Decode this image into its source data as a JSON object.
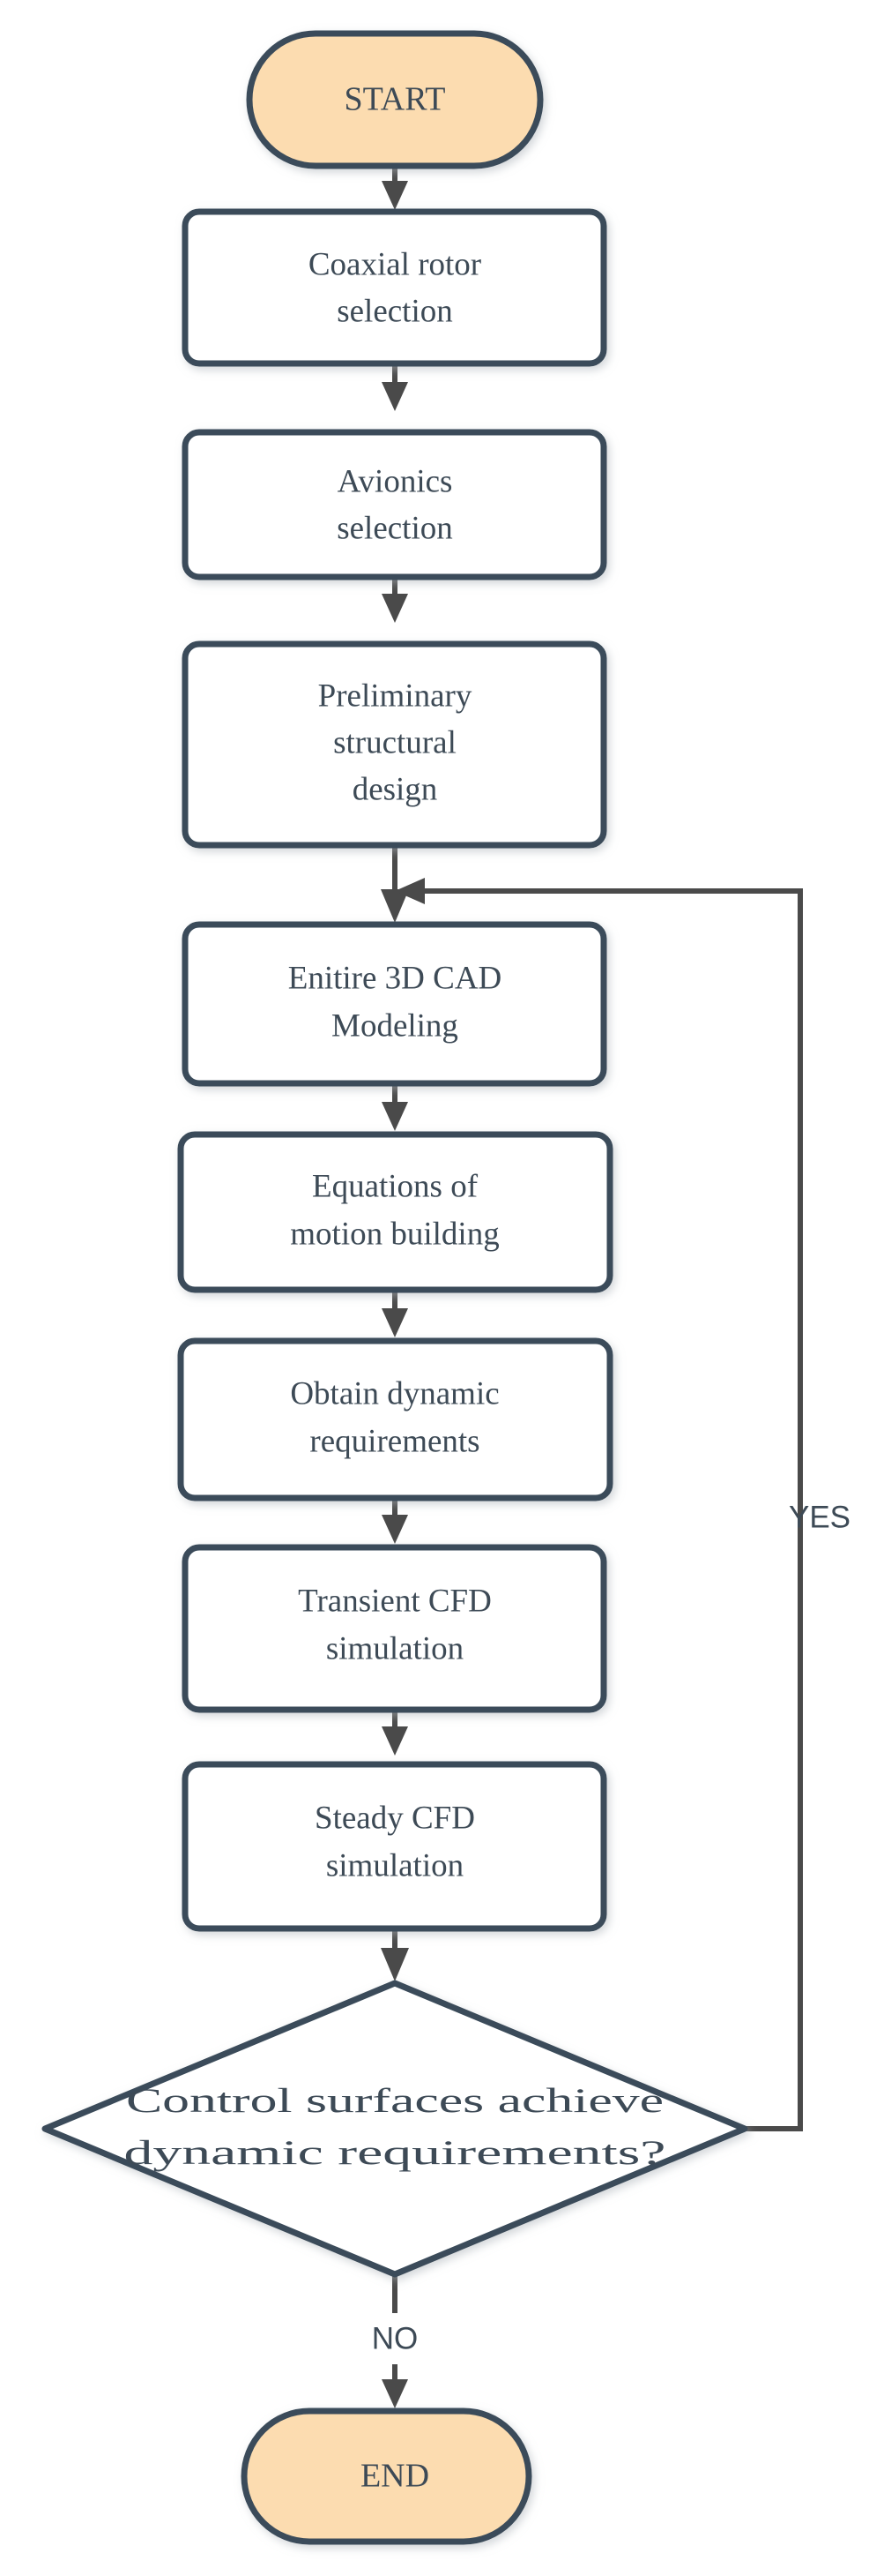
{
  "diagram": {
    "type": "flowchart",
    "orientation": "top-to-bottom",
    "colors": {
      "terminal_fill": "#fcdcb0",
      "process_fill": "#ffffff",
      "decision_fill": "#ffffff",
      "node_border": "#3b4c5a",
      "edge": "#4a4a4a",
      "text": "#3d4a56",
      "background": "#ffffff"
    },
    "nodes": [
      {
        "id": "start",
        "shape": "stadium",
        "label": "START"
      },
      {
        "id": "rotor",
        "shape": "rect",
        "label_line1": "Coaxial rotor",
        "label_line2": "selection"
      },
      {
        "id": "avionics",
        "shape": "rect",
        "label_line1": "Avionics",
        "label_line2": "selection"
      },
      {
        "id": "structural",
        "shape": "rect",
        "label_line1": "Preliminary",
        "label_line2": "structural",
        "label_line3": "design"
      },
      {
        "id": "cad",
        "shape": "rect",
        "label_line1": "Enitire 3D CAD",
        "label_line2": "Modeling"
      },
      {
        "id": "eom",
        "shape": "rect",
        "label_line1": "Equations of",
        "label_line2": "motion building"
      },
      {
        "id": "dynreq",
        "shape": "rect",
        "label_line1": "Obtain dynamic",
        "label_line2": "requirements"
      },
      {
        "id": "transient",
        "shape": "rect",
        "label_line1": "Transient CFD",
        "label_line2": "simulation"
      },
      {
        "id": "steady",
        "shape": "rect",
        "label_line1": "Steady CFD",
        "label_line2": "simulation"
      },
      {
        "id": "decision",
        "shape": "diamond",
        "label_line1": "Control surfaces achieve",
        "label_line2": "dynamic requirements?"
      },
      {
        "id": "end",
        "shape": "stadium",
        "label": "END"
      }
    ],
    "edges": [
      {
        "from": "start",
        "to": "rotor",
        "label": ""
      },
      {
        "from": "rotor",
        "to": "avionics",
        "label": ""
      },
      {
        "from": "avionics",
        "to": "structural",
        "label": ""
      },
      {
        "from": "structural",
        "to": "cad",
        "label": ""
      },
      {
        "from": "cad",
        "to": "eom",
        "label": ""
      },
      {
        "from": "eom",
        "to": "dynreq",
        "label": ""
      },
      {
        "from": "dynreq",
        "to": "transient",
        "label": ""
      },
      {
        "from": "transient",
        "to": "steady",
        "label": ""
      },
      {
        "from": "steady",
        "to": "decision",
        "label": ""
      },
      {
        "from": "decision",
        "to": "cad",
        "label": "YES"
      },
      {
        "from": "decision",
        "to": "end",
        "label": "NO"
      }
    ],
    "edge_labels": {
      "yes": "YES",
      "no": "NO"
    }
  }
}
